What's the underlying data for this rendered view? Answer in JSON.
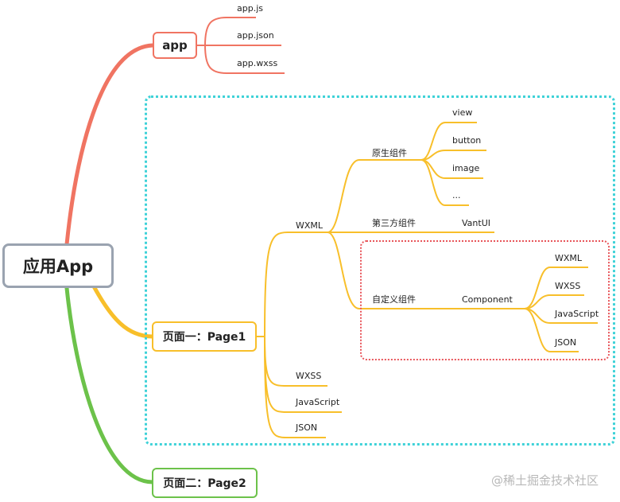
{
  "root": {
    "label": "应用App"
  },
  "app": {
    "label": "app",
    "files": [
      "app.js",
      "app.json",
      "app.wxss"
    ]
  },
  "page1": {
    "label": "页面一：Page1",
    "children": {
      "wxml": {
        "label": "WXML",
        "native": {
          "label": "原生组件",
          "items": [
            "view",
            "button",
            "image",
            "..."
          ]
        },
        "third_party": {
          "label": "第三方组件",
          "item": "VantUI"
        },
        "custom": {
          "label": "自定义组件",
          "component": {
            "label": "Component",
            "items": [
              "WXML",
              "WXSS",
              "JavaScript",
              "JSON"
            ]
          }
        }
      },
      "others": [
        "WXSS",
        "JavaScript",
        "JSON"
      ]
    }
  },
  "page2": {
    "label": "页面二：Page2"
  },
  "watermark": "@稀土掘金技术社区",
  "colors": {
    "app": "#f07462",
    "page1": "#f8bf2a",
    "page2": "#6cc24a",
    "root_border": "#9aa3b0",
    "page_region": "#3fd2d8",
    "custom_region": "#e8555a"
  }
}
